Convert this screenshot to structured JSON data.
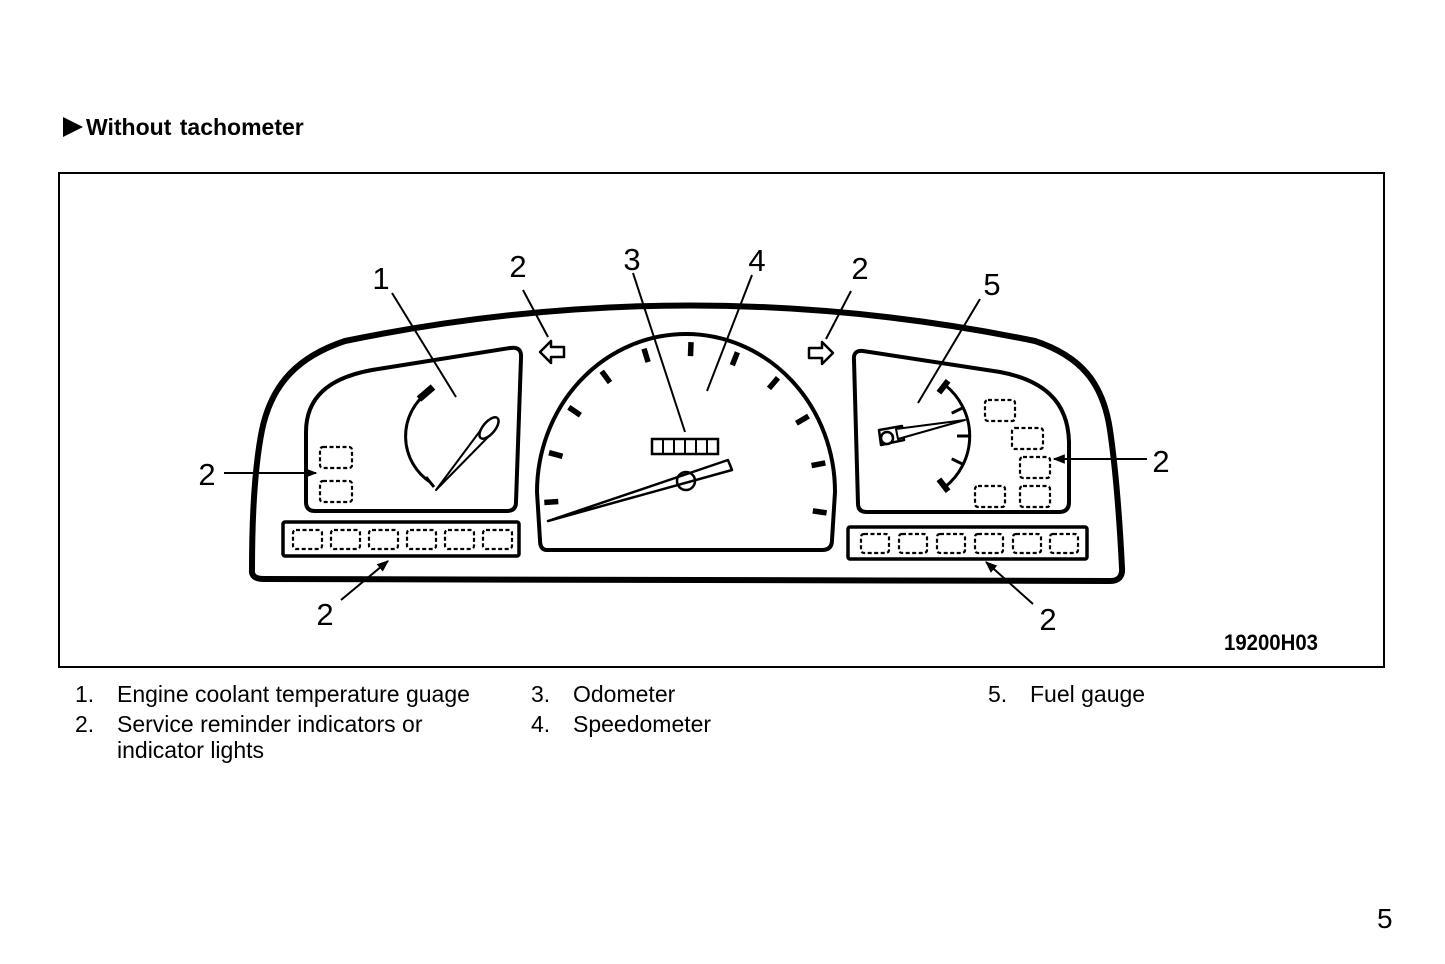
{
  "heading": {
    "icon": "play-triangle-icon",
    "text": "Without tachometer"
  },
  "figure": {
    "callouts": [
      "1",
      "2",
      "3",
      "4",
      "2",
      "5",
      "2",
      "2",
      "2",
      "2"
    ],
    "code": "19200H03",
    "icons": [
      "turn-signal-left-icon",
      "turn-signal-right-icon"
    ]
  },
  "legend": [
    {
      "number": "1.",
      "text": "Engine coolant temperature guage"
    },
    {
      "number": "2.",
      "text": "Service reminder indicators or indicator lights"
    },
    {
      "number": "3.",
      "text": "Odometer"
    },
    {
      "number": "4.",
      "text": "Speedometer"
    },
    {
      "number": "5.",
      "text": "Fuel gauge"
    }
  ],
  "page_number": "5",
  "colors": {
    "ink": "#000000",
    "background": "#ffffff"
  }
}
